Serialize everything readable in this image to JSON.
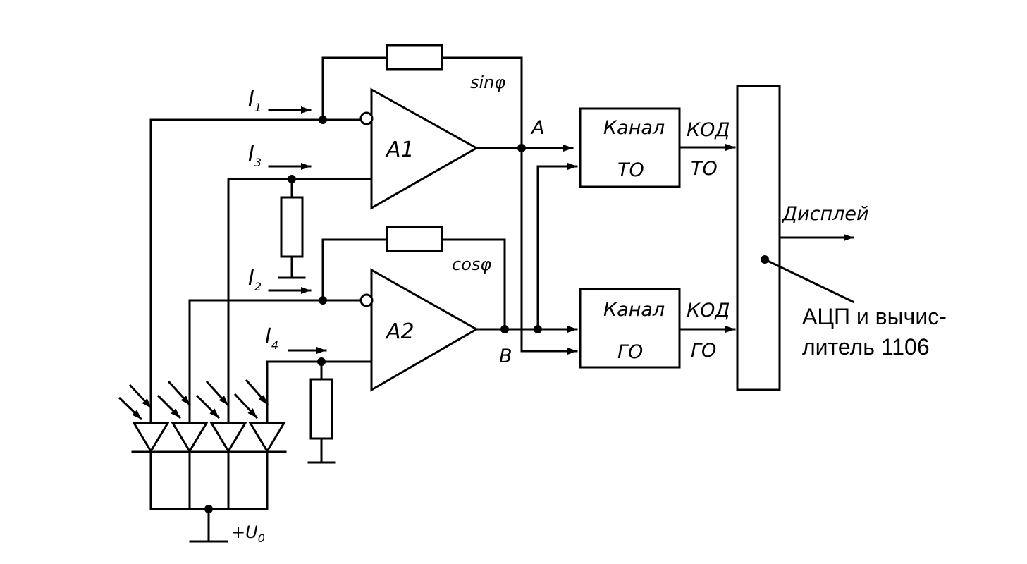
{
  "labels": {
    "i1": "I",
    "i1_sub": "1",
    "i2": "I",
    "i2_sub": "2",
    "i3": "I",
    "i3_sub": "3",
    "i4": "I",
    "i4_sub": "4",
    "sin": "sinφ",
    "cos": "cosφ",
    "a1": "A1",
    "a2": "A2",
    "node_a": "A",
    "node_b": "B",
    "channel_to_title": "Канал",
    "channel_to_sub": "ТО",
    "channel_go_title": "Канал",
    "channel_go_sub": "ГО",
    "code_to": "КОД",
    "code_to_sub": "ТО",
    "code_go": "КОД",
    "code_go_sub": "ГО",
    "display": "Дисплей",
    "adc_line1": "АЦП и вычис-",
    "adc_line2": "литель 1106",
    "supply": "+U",
    "supply_sub": "0"
  }
}
